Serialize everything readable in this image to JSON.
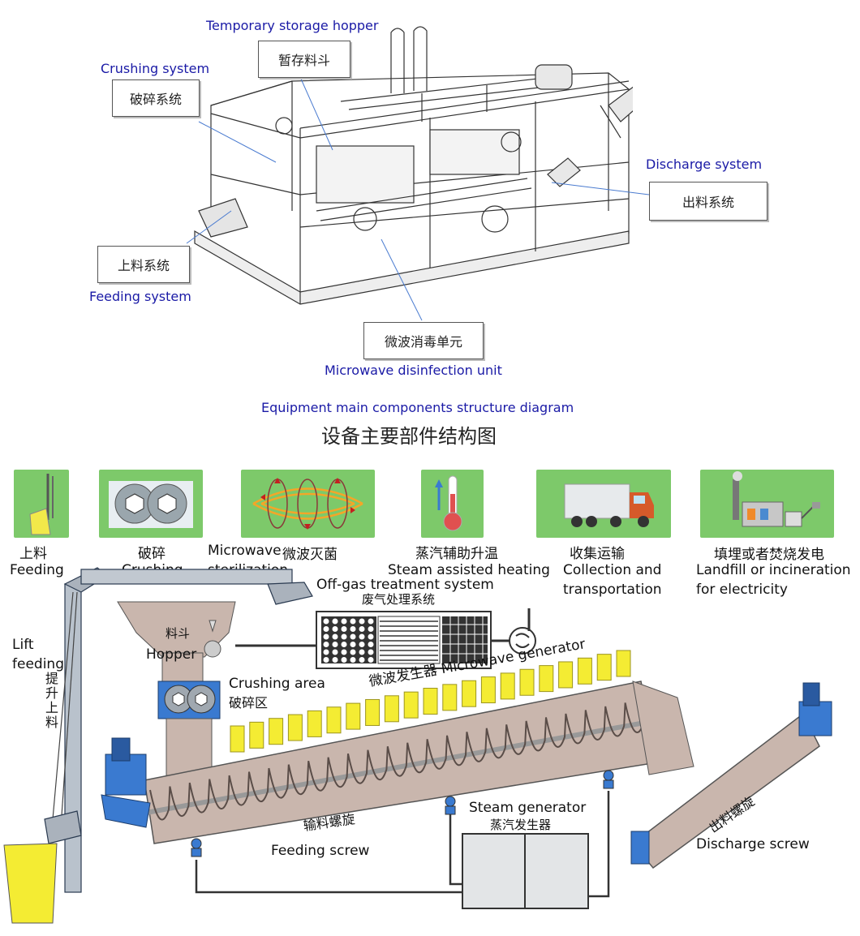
{
  "top": {
    "labels": {
      "temporary_storage_en": "Temporary storage hopper",
      "temporary_storage_cn": "暂存料斗",
      "crushing_en": "Crushing system",
      "crushing_cn": "破碎系统",
      "discharge_en": "Discharge system",
      "discharge_cn": "出料系统",
      "feeding_en": "Feeding system",
      "feeding_cn": "上料系统",
      "microwave_en": "Microwave disinfection unit",
      "microwave_cn": "微波消毒单元"
    }
  },
  "title_en": "Equipment main components structure diagram",
  "title_cn": "设备主要部件结构图",
  "process_steps": [
    {
      "cn": "上料",
      "en": "Feeding"
    },
    {
      "cn": "破碎",
      "en": "Crushing"
    },
    {
      "cn": "微波灭菌",
      "en_line1": "Microwave",
      "en_line2": "sterilization"
    },
    {
      "cn": "蒸汽辅助升温",
      "en": "Steam assisted heating"
    },
    {
      "cn": "收集运输",
      "en_line1": "Collection and",
      "en_line2": "transportation"
    },
    {
      "cn": "填埋或者焚烧发电",
      "en_line1": "Landfill or incineration",
      "en_line2": "for electricity"
    }
  ],
  "bottom": {
    "offgas_en": "Off-gas treatment system",
    "offgas_cn": "废气处理系统",
    "lift_en_1": "Lift",
    "lift_en_2": "feeding",
    "lift_cn": "提升上料",
    "hopper_cn": "料斗",
    "hopper_en": "Hopper",
    "crushing_area_en": "Crushing area",
    "crushing_area_cn": "破碎区",
    "microwave_gen": "微波发生器 Microwave generator",
    "feeding_screw_cn": "输料螺旋",
    "feeding_screw_en": "Feeding screw",
    "steam_gen_en": "Steam generator",
    "steam_gen_cn": "蒸汽发生器",
    "discharge_screw_cn": "出料螺旋",
    "discharge_screw_en": "Discharge screw"
  },
  "colors": {
    "label_blue": "#1a1aa6",
    "icon_green": "#7dc96a",
    "screw_body": "#c9b6ad",
    "generator_yellow": "#f4ec33"
  }
}
